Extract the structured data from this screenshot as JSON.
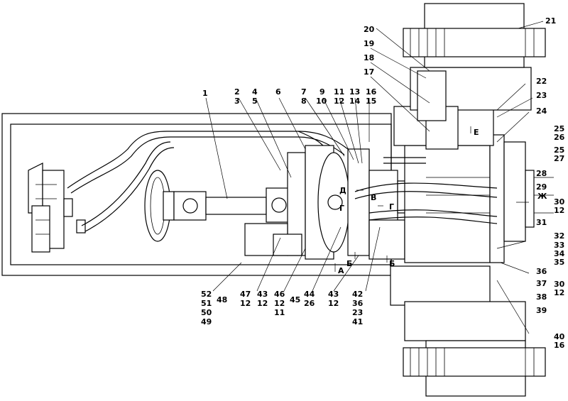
{
  "callouts_top": [
    "1",
    "2",
    "3",
    "4",
    "5",
    "6",
    "7",
    "8",
    "9",
    "10",
    "11",
    "12",
    "13",
    "14",
    "16",
    "15",
    "17",
    "18",
    "19",
    "20",
    "21"
  ],
  "callouts_right": [
    "22",
    "23",
    "24",
    "25",
    "26",
    "25",
    "27",
    "28",
    "29",
    "30",
    "12",
    "31",
    "32",
    "33",
    "34",
    "35",
    "36",
    "30",
    "12",
    "37",
    "38",
    "39",
    "40",
    "16"
  ],
  "callouts_bottom": [
    "52",
    "51",
    "50",
    "49",
    "48",
    "47",
    "12",
    "43",
    "12",
    "46",
    "12",
    "11",
    "45",
    "44",
    "26",
    "43",
    "12",
    "42",
    "36",
    "23",
    "41"
  ],
  "view_markers": [
    "Д",
    "Г",
    "В",
    "Г",
    "Е",
    "Ж",
    "Б",
    "А",
    "Б"
  ]
}
